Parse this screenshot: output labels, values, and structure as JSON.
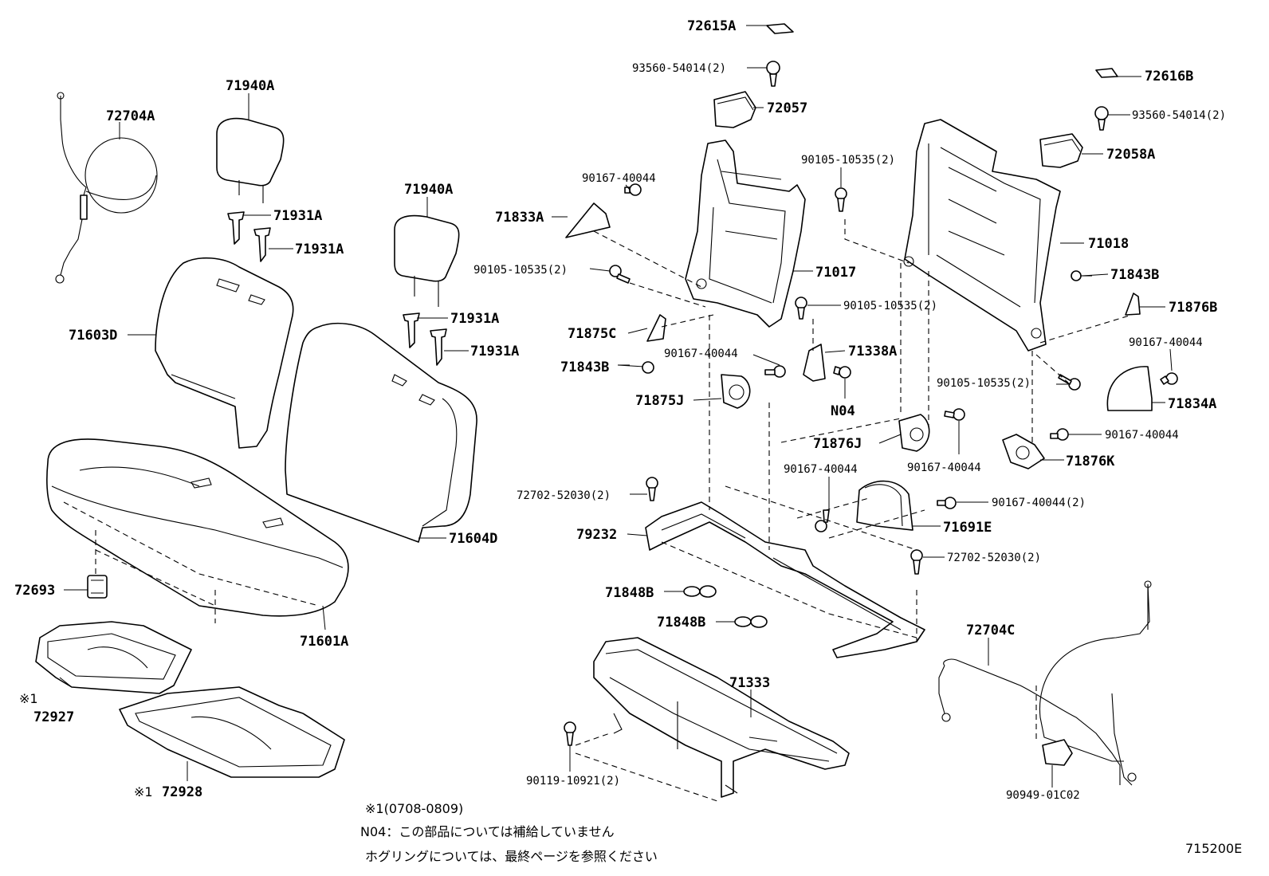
{
  "labels": {
    "l72615A": "72615A",
    "l93560_1": "93560-54014(2)",
    "l72057": "72057",
    "l72616B": "72616B",
    "l93560_2": "93560-54014(2)",
    "l72058A": "72058A",
    "l72704A": "72704A",
    "l71940A_1": "71940A",
    "l71931A_1": "71931A",
    "l71931A_2": "71931A",
    "l71940A_2": "71940A",
    "l71931A_3": "71931A",
    "l71931A_4": "71931A",
    "l71603D": "71603D",
    "l71604D": "71604D",
    "l71601A": "71601A",
    "l72693": "72693",
    "l72927": "72927",
    "l72928": "72928",
    "l90167_1": "90167-40044",
    "l71833A": "71833A",
    "l90105_1": "90105-10535(2)",
    "l71017": "71017",
    "l90105_2": "90105-10535(2)",
    "l90105_3": "90105-10535(2)",
    "l71018": "71018",
    "l71843B_1": "71843B",
    "l71876B": "71876B",
    "l71875C": "71875C",
    "l71843B_2": "71843B",
    "l90167_2": "90167-40044",
    "l71338A": "71338A",
    "l71875J": "71875J",
    "lN04": "N04",
    "l90167_3": "90167-40044",
    "l90105_4": "90105-10535(2)",
    "l71834A": "71834A",
    "l71876J": "71876J",
    "l90167_4": "90167-40044",
    "l90167_5": "90167-40044",
    "l71876K": "71876K",
    "l90167_6": "90167-40044",
    "l90167_7": "90167-40044(2)",
    "l72702_1": "72702-52030(2)",
    "l71691E": "71691E",
    "l79232": "79232",
    "l72702_2": "72702-52030(2)",
    "l71848B_1": "71848B",
    "l71848B_2": "71848B",
    "l71333": "71333",
    "l72704C": "72704C",
    "l90119": "90119-10921(2)",
    "l90949": "90949-01C02",
    "mark1": "※1",
    "mark2": "※1"
  },
  "notes": {
    "note1": "※1(0708-0809)",
    "note2": "N04：この部品については補給していません",
    "note3": "ホグリングについては、最終ページを参照ください",
    "code": "715200E"
  }
}
